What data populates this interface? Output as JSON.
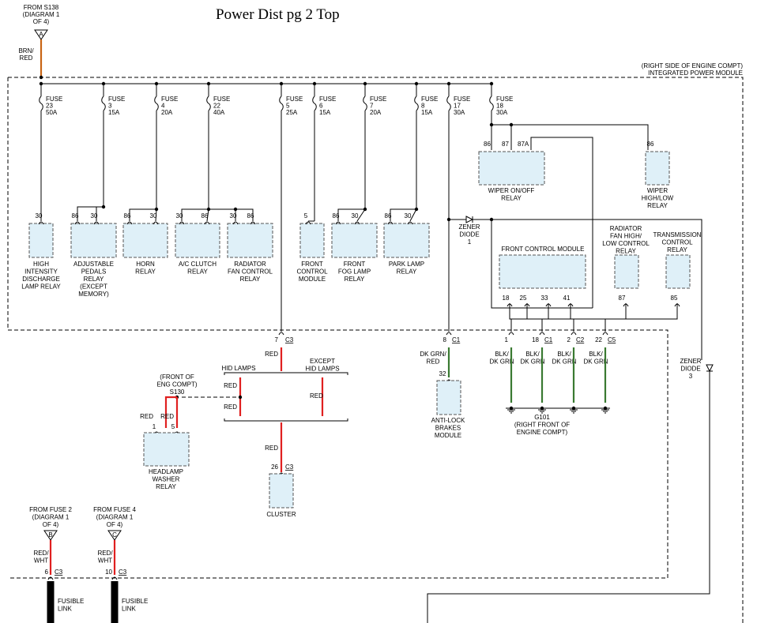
{
  "title": "Power Dist pg 2 Top",
  "source_top": {
    "text": [
      "FROM S138",
      "(DIAGRAM 1",
      "OF 4)"
    ],
    "connector": "A",
    "wire": [
      "BRN/",
      "RED"
    ]
  },
  "module_location": [
    "(RIGHT SIDE OF ENGINE COMPT)",
    "INTEGRATED POWER MODULE"
  ],
  "fuses": [
    {
      "label": "FUSE",
      "num": "23",
      "amp": "50A"
    },
    {
      "label": "FUSE",
      "num": "3",
      "amp": "15A"
    },
    {
      "label": "FUSE",
      "num": "4",
      "amp": "20A"
    },
    {
      "label": "FUSE",
      "num": "22",
      "amp": "40A"
    },
    {
      "label": "FUSE",
      "num": "5",
      "amp": "25A"
    },
    {
      "label": "FUSE",
      "num": "6",
      "amp": "15A"
    },
    {
      "label": "FUSE",
      "num": "7",
      "amp": "20A"
    },
    {
      "label": "FUSE",
      "num": "8",
      "amp": "15A"
    },
    {
      "label": "FUSE",
      "num": "17",
      "amp": "30A"
    },
    {
      "label": "FUSE",
      "num": "18",
      "amp": "30A"
    }
  ],
  "relays": [
    {
      "pins": [
        "30"
      ],
      "name": [
        "HIGH",
        "INTENSITY",
        "DISCHARGE",
        "LAMP RELAY"
      ]
    },
    {
      "pins": [
        "86",
        "30"
      ],
      "name": [
        "ADJUSTABLE",
        "PEDALS",
        "RELAY",
        "(EXCEPT",
        "MEMORY)"
      ]
    },
    {
      "pins": [
        "86",
        "30"
      ],
      "name": [
        "HORN",
        "RELAY"
      ]
    },
    {
      "pins": [
        "30",
        "86"
      ],
      "name": [
        "A/C CLUTCH",
        "RELAY"
      ]
    },
    {
      "pins": [
        "30",
        "86"
      ],
      "name": [
        "RADIATOR",
        "FAN CONTROL",
        "RELAY"
      ]
    },
    {
      "pins": [
        "5"
      ],
      "name": [
        "FRONT",
        "CONTROL",
        "MODULE"
      ]
    },
    {
      "pins": [
        "86",
        "30"
      ],
      "name": [
        "FRONT",
        "FOG LAMP",
        "RELAY"
      ]
    },
    {
      "pins": [
        "86",
        "30"
      ],
      "name": [
        "PARK LAMP",
        "RELAY"
      ]
    }
  ],
  "wiper_onoff": {
    "pins": [
      "86",
      "87",
      "87A"
    ],
    "name": [
      "WIPER ON/OFF",
      "RELAY"
    ]
  },
  "wiper_highlow": {
    "pins": [
      "86"
    ],
    "name": [
      "WIPER",
      "HIGH/LOW",
      "RELAY"
    ]
  },
  "zener1": [
    "ZENER",
    "DIODE",
    "1"
  ],
  "zener3": [
    "ZENER",
    "DIODE",
    "3"
  ],
  "fcm": {
    "title": "FRONT CONTROL MODULE",
    "pins": [
      "18",
      "25",
      "33",
      "41"
    ]
  },
  "radfan_hilo": {
    "name": [
      "RADIATOR",
      "FAN HIGH/",
      "LOW CONTROL",
      "RELAY"
    ],
    "pin": "87"
  },
  "trans_relay": {
    "name": [
      "TRANSMISSION",
      "CONTROL",
      "RELAY"
    ],
    "pin": "85"
  },
  "c3_top": {
    "pin": "7",
    "conn": "C3",
    "wire": "RED"
  },
  "hid": {
    "hid_label": "HID LAMPS",
    "except_label": [
      "EXCEPT",
      "HID LAMPS"
    ],
    "wire_a": "RED",
    "wire_b": "RED",
    "wire_c": "RED"
  },
  "s130": {
    "loc": [
      "(FRONT OF",
      "ENG COMPT)"
    ],
    "splice": "S130",
    "wires": [
      "RED",
      "RED"
    ],
    "pins": [
      "1",
      "5"
    ],
    "name": [
      "HEADLAMP",
      "WASHER",
      "RELAY"
    ]
  },
  "cluster": {
    "wire": "RED",
    "pin": "26",
    "conn": "C3",
    "name": "CLUSTER"
  },
  "abs": {
    "pin": "8",
    "conn": "C1",
    "wire": [
      "DK GRN/",
      "RED"
    ],
    "comp_pin": "32",
    "name": [
      "ANTI-LOCK",
      "BRAKES",
      "MODULE"
    ]
  },
  "grounds": [
    {
      "pin": "1",
      "conn": "",
      "wire": [
        "BLK/",
        "DK GRN"
      ]
    },
    {
      "pin": "18",
      "conn": "C1",
      "wire": [
        "BLK/",
        "DK GRN"
      ]
    },
    {
      "pin": "2",
      "conn": "C2",
      "wire": [
        "BLK/",
        "DK GRN"
      ]
    },
    {
      "pin": "22",
      "conn": "C5",
      "wire": [
        "BLK/",
        "DK GRN"
      ]
    }
  ],
  "g101": [
    "G101",
    "(RIGHT FRONT OF",
    "ENGINE COMPT)"
  ],
  "bottom_sources": [
    {
      "text": [
        "FROM FUSE 2",
        "(DIAGRAM 1",
        "OF 4)"
      ],
      "connector": "B",
      "wire": [
        "RED/",
        "WHT"
      ],
      "pin": "6",
      "conn": "C3",
      "link": [
        "FUSIBLE",
        "LINK"
      ]
    },
    {
      "text": [
        "FROM FUSE 4",
        "(DIAGRAM 1",
        "OF 4)"
      ],
      "connector": "C",
      "wire": [
        "RED/",
        "WHT"
      ],
      "pin": "10",
      "conn": "C3",
      "link": [
        "FUSIBLE",
        "LINK"
      ]
    }
  ]
}
